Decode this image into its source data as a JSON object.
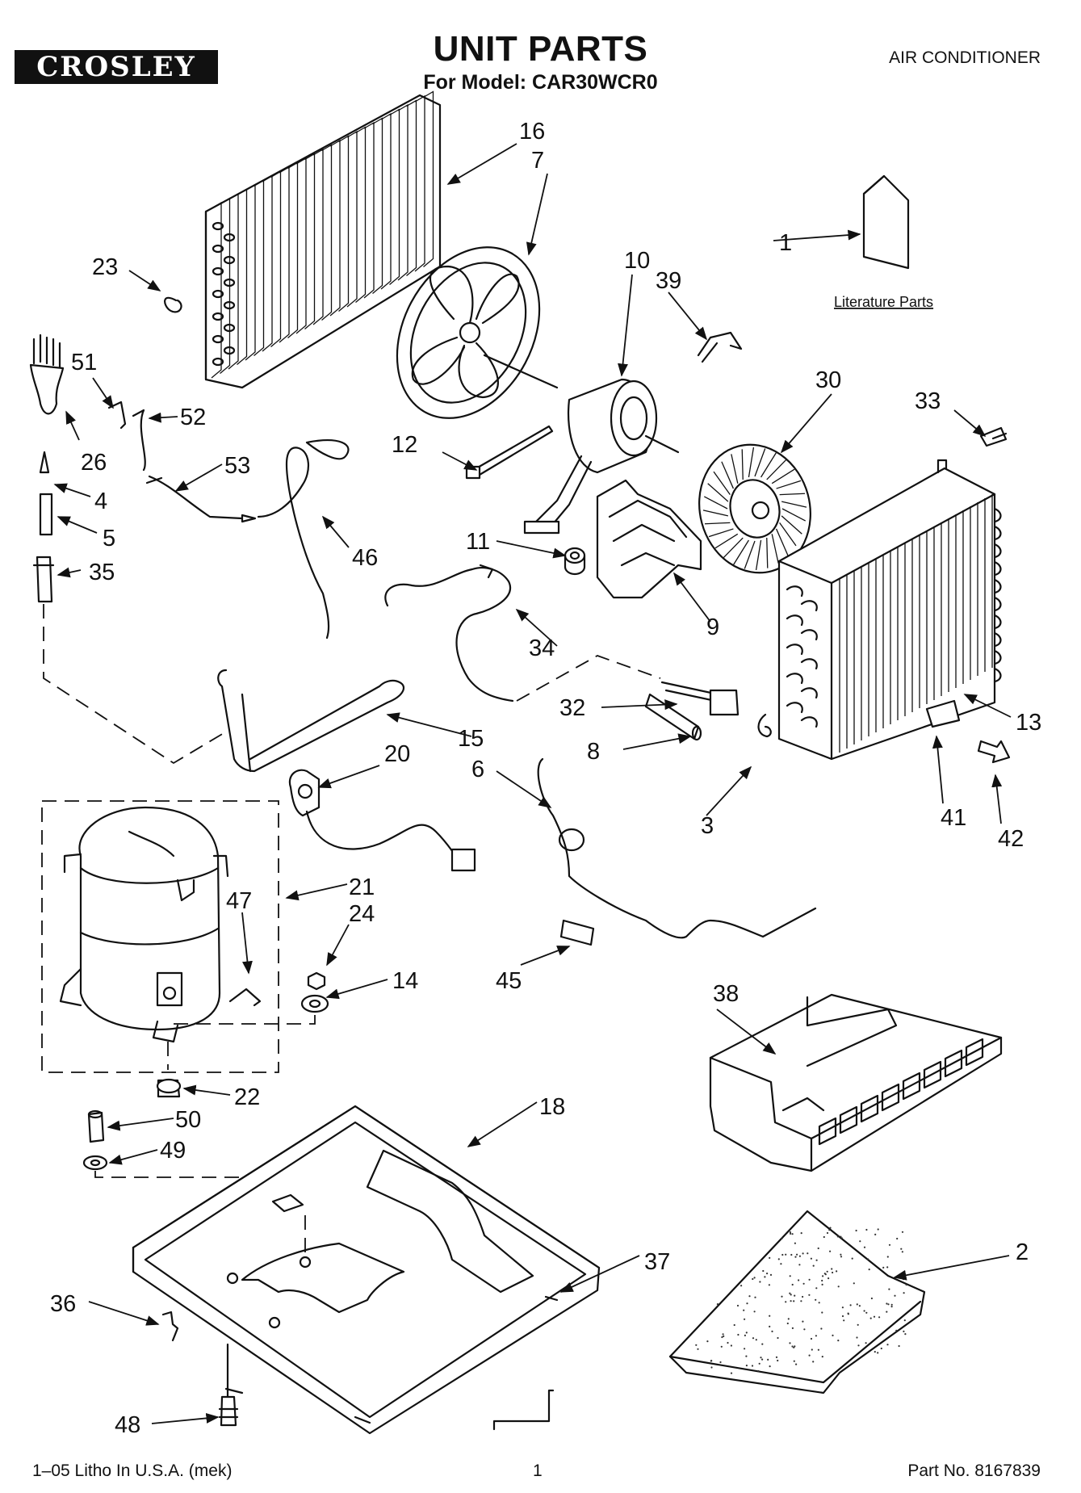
{
  "header": {
    "brand": "CROSLEY",
    "title": "UNIT PARTS",
    "subtitle": "For Model: CAR30WCR0",
    "category": "AIR CONDITIONER"
  },
  "literature_label": "Literature Parts",
  "callouts": [
    "1",
    "2",
    "3",
    "4",
    "5",
    "6",
    "7",
    "8",
    "9",
    "10",
    "11",
    "12",
    "13",
    "14",
    "15",
    "16",
    "18",
    "20",
    "21",
    "22",
    "23",
    "24",
    "26",
    "30",
    "32",
    "33",
    "34",
    "35",
    "36",
    "37",
    "38",
    "39",
    "41",
    "42",
    "45",
    "46",
    "47",
    "48",
    "49",
    "50",
    "51",
    "52",
    "53"
  ],
  "footer": {
    "print_info": "1–05 Litho In U.S.A. (mek)",
    "page": "1",
    "part_no": "Part No. 8167839"
  }
}
